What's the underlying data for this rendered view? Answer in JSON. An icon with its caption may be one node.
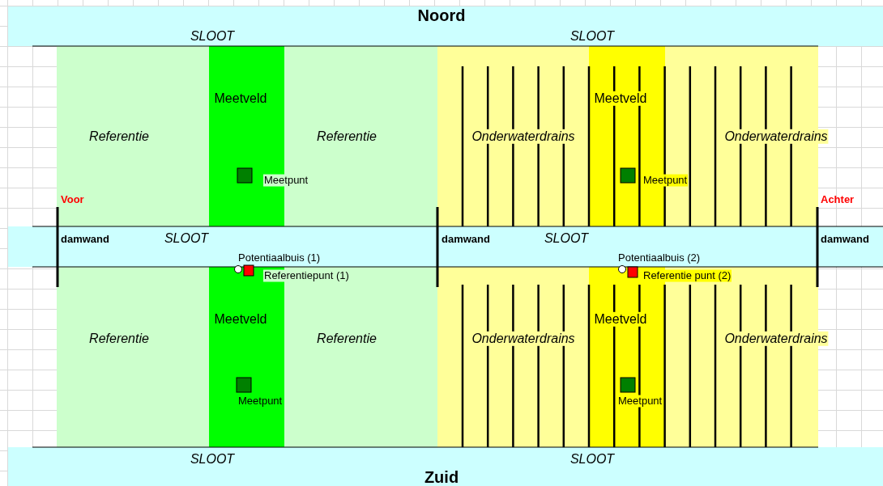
{
  "diagram": {
    "nodes": [
      {
        "text": [
          "Noord",
          "SLOOT",
          "SLOOT"
        ]
      },
      {
        "text": [
          "Referentie"
        ]
      },
      {
        "text": [
          "Meetveld"
        ]
      },
      {
        "text": [
          "Referentie"
        ]
      },
      {
        "text": [
          "Onderwaterdrains"
        ]
      },
      {
        "text": [
          "Meetveld"
        ]
      },
      {
        "text": [
          "Onderwaterdrains"
        ]
      },
      {
        "text": [
          "damwand",
          "SLOOT",
          "damwand",
          "SLOOT",
          "damwand",
          "Potentiaalbuis (1)",
          "Potentiaalbuis (2)"
        ]
      },
      {
        "text": [
          "Referentie"
        ]
      },
      {
        "text": [
          "Meetveld"
        ]
      },
      {
        "text": [
          "Referentie"
        ]
      },
      {
        "text": [
          "Onderwaterdrains"
        ]
      },
      {
        "text": [
          "Meetveld"
        ]
      },
      {
        "text": [
          "Onderwaterdrains"
        ]
      },
      {
        "text": [
          "SLOOT",
          "SLOOT",
          "Zuid"
        ]
      }
    ],
    "labels": [
      "Meetpunt",
      "Meetpunt",
      "Voor",
      "Achter",
      "Referentiepunt (1)",
      "Referentie punt (2)",
      "Meetpunt",
      "Meetpunt"
    ]
  }
}
